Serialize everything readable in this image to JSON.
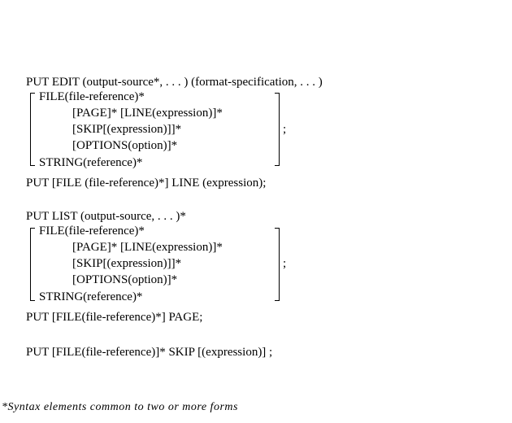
{
  "block1": {
    "header": "PUT EDIT (output-source*, . . . ) (format-specification, . . . )",
    "file": "FILE(file-reference)*",
    "page_line": "[PAGE]* [LINE(expression)]*",
    "skip": "[SKIP[(expression)]]*",
    "options": "[OPTIONS(option)]*",
    "string": "STRING(reference)*",
    "terminator": ";",
    "put_file_line": "PUT [FILE (file-reference)*] LINE (expression);"
  },
  "block2": {
    "header": "PUT LIST (output-source, . . . )*",
    "file": "FILE(file-reference)*",
    "page_line": "[PAGE]* [LINE(expression)]*",
    "skip": "[SKIP[(expression)]]*",
    "options": "[OPTIONS(option)]*",
    "string": "STRING(reference)*",
    "terminator": ";",
    "put_file_page": "PUT [FILE(file-reference)*] PAGE;",
    "put_file_skip": "PUT [FILE(file-reference)]* SKIP [(expression)] ;"
  },
  "footnote": "*Syntax elements common to two or more forms"
}
